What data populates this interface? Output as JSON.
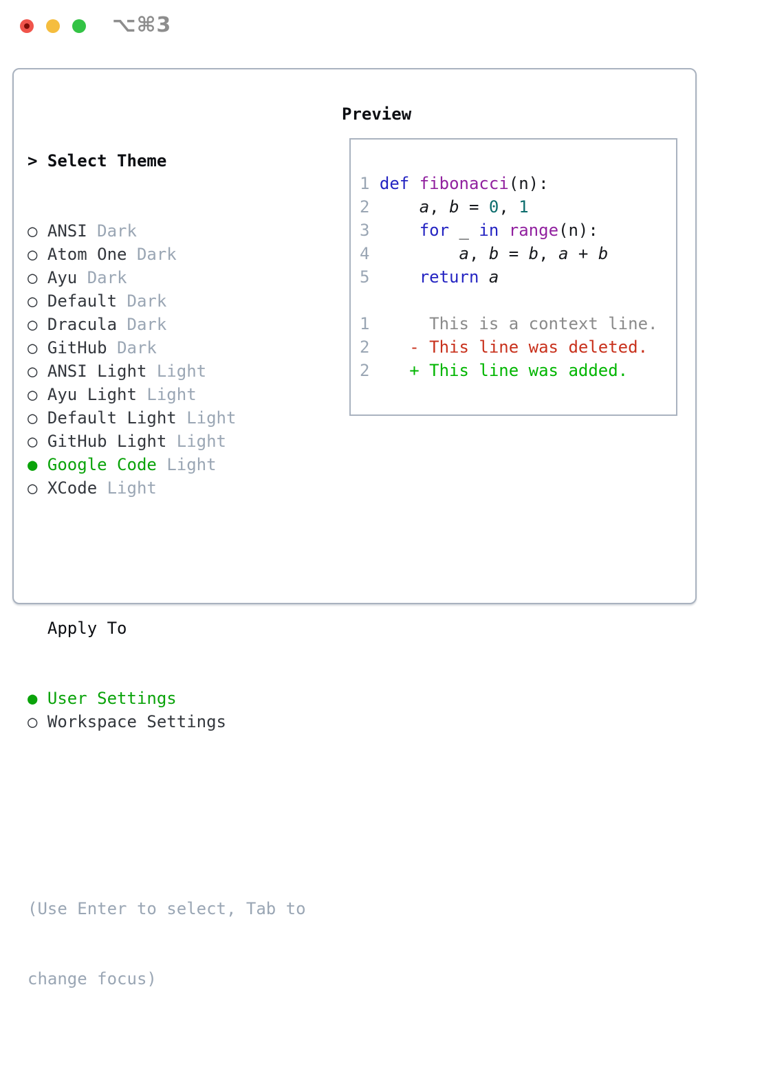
{
  "window": {
    "shortcut": "⌥⌘3",
    "traffic_lights": {
      "close": "#f0544b",
      "minimize": "#f5bd3e",
      "zoom": "#33c345",
      "close_inner_dot": "#7e0e07"
    }
  },
  "theme_panel": {
    "cursor": ">",
    "title": "Select Theme",
    "bullet_unselected": "○",
    "bullet_selected": "●",
    "themes": [
      {
        "name": "ANSI",
        "variant": "Dark",
        "selected": false
      },
      {
        "name": "Atom One",
        "variant": "Dark",
        "selected": false
      },
      {
        "name": "Ayu",
        "variant": "Dark",
        "selected": false
      },
      {
        "name": "Default",
        "variant": "Dark",
        "selected": false
      },
      {
        "name": "Dracula",
        "variant": "Dark",
        "selected": false
      },
      {
        "name": "GitHub",
        "variant": "Dark",
        "selected": false
      },
      {
        "name": "ANSI Light",
        "variant": "Light",
        "selected": false
      },
      {
        "name": "Ayu Light",
        "variant": "Light",
        "selected": false
      },
      {
        "name": "Default Light",
        "variant": "Light",
        "selected": false
      },
      {
        "name": "GitHub Light",
        "variant": "Light",
        "selected": false
      },
      {
        "name": "Google Code",
        "variant": "Light",
        "selected": true
      },
      {
        "name": "XCode",
        "variant": "Light",
        "selected": false
      }
    ],
    "apply_to": {
      "label": "Apply To",
      "options": [
        {
          "label": "User Settings",
          "selected": true
        },
        {
          "label": "Workspace Settings",
          "selected": false
        }
      ]
    },
    "help": [
      "(Use Enter to select, Tab to",
      "change focus)"
    ]
  },
  "preview": {
    "label": "Preview",
    "lines": [
      {
        "num": "1",
        "tokens": [
          {
            "t": " ",
            "c": "pl"
          },
          {
            "t": "def",
            "c": "kw"
          },
          {
            "t": " ",
            "c": "pl"
          },
          {
            "t": "fibonacci",
            "c": "fn"
          },
          {
            "t": "(n):",
            "c": "pl"
          }
        ]
      },
      {
        "num": "2",
        "tokens": [
          {
            "t": "     ",
            "c": "pl"
          },
          {
            "t": "a",
            "c": "var"
          },
          {
            "t": ", ",
            "c": "pl"
          },
          {
            "t": "b",
            "c": "var"
          },
          {
            "t": " = ",
            "c": "pl"
          },
          {
            "t": "0",
            "c": "nm"
          },
          {
            "t": ", ",
            "c": "pl"
          },
          {
            "t": "1",
            "c": "nm"
          }
        ]
      },
      {
        "num": "3",
        "tokens": [
          {
            "t": "     ",
            "c": "pl"
          },
          {
            "t": "for",
            "c": "kw"
          },
          {
            "t": " _ ",
            "c": "pl"
          },
          {
            "t": "in",
            "c": "kw"
          },
          {
            "t": " ",
            "c": "pl"
          },
          {
            "t": "range",
            "c": "fn"
          },
          {
            "t": "(n):",
            "c": "pl"
          }
        ]
      },
      {
        "num": "4",
        "tokens": [
          {
            "t": "         ",
            "c": "pl"
          },
          {
            "t": "a",
            "c": "var"
          },
          {
            "t": ", ",
            "c": "pl"
          },
          {
            "t": "b",
            "c": "var"
          },
          {
            "t": " = ",
            "c": "pl"
          },
          {
            "t": "b",
            "c": "var"
          },
          {
            "t": ", ",
            "c": "pl"
          },
          {
            "t": "a",
            "c": "var"
          },
          {
            "t": " + ",
            "c": "pl"
          },
          {
            "t": "b",
            "c": "var"
          }
        ]
      },
      {
        "num": "5",
        "tokens": [
          {
            "t": "     ",
            "c": "pl"
          },
          {
            "t": "return",
            "c": "kw"
          },
          {
            "t": " ",
            "c": "pl"
          },
          {
            "t": "a",
            "c": "var"
          }
        ]
      },
      {
        "num": "",
        "tokens": []
      },
      {
        "num": "1",
        "tokens": [
          {
            "t": "      This is a context line.",
            "c": "ctx"
          }
        ]
      },
      {
        "num": "2",
        "tokens": [
          {
            "t": "    - This line was deleted.",
            "c": "del"
          }
        ]
      },
      {
        "num": "2",
        "tokens": [
          {
            "t": "    + This line was added.",
            "c": "add"
          }
        ]
      }
    ]
  },
  "colors": {
    "keyword": "#2424c2",
    "function_name": "#91219f",
    "number_literal": "#0d6d6d",
    "plain": "#17191d",
    "line_number": "#9aa6b4",
    "context": "#8a8a8a",
    "deleted": "#c8311c",
    "added": "#00b500",
    "selected": "#0aa30a",
    "muted": "#9aa6b4",
    "border": "#a9b2bf"
  }
}
